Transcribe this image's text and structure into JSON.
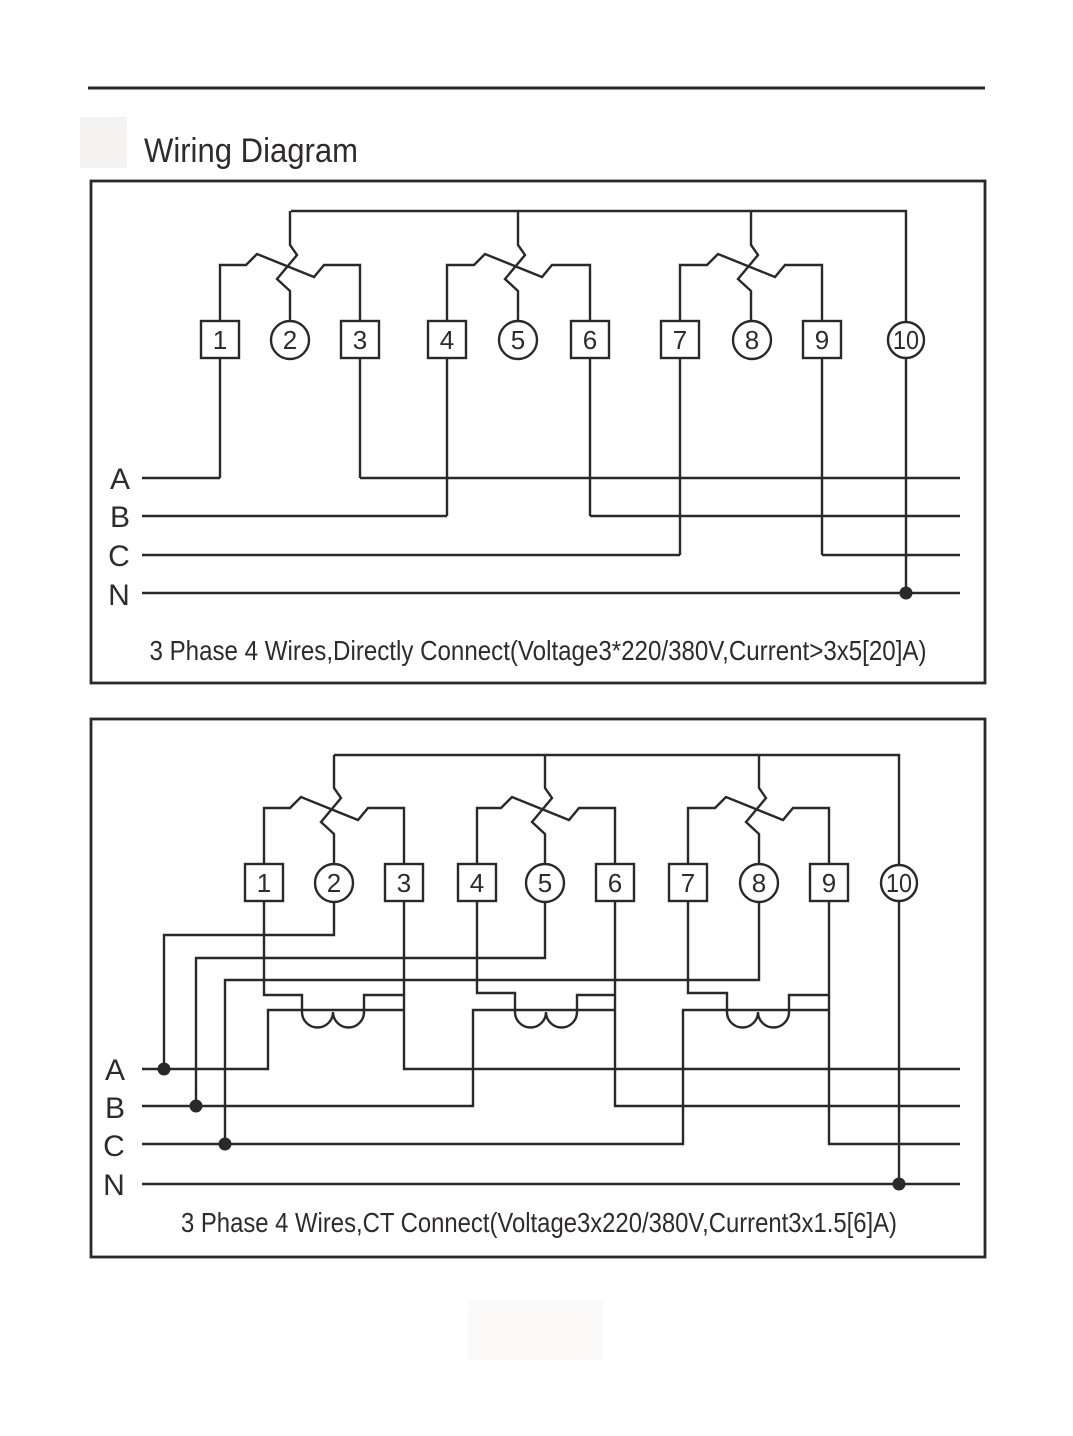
{
  "title": "Wiring Diagram",
  "diagram_direct": {
    "caption": "3 Phase 4 Wires,Directly Connect(Voltage3*220/380V,Current>3x5[20]A)",
    "terminals": [
      "1",
      "2",
      "3",
      "4",
      "5",
      "6",
      "7",
      "8",
      "9",
      "10"
    ],
    "phase_labels": [
      "A",
      "B",
      "C",
      "N"
    ]
  },
  "diagram_ct": {
    "caption": "3 Phase 4 Wires,CT Connect(Voltage3x220/380V,Current3x1.5[6]A)",
    "terminals": [
      "1",
      "2",
      "3",
      "4",
      "5",
      "6",
      "7",
      "8",
      "9",
      "10"
    ],
    "phase_labels": [
      "A",
      "B",
      "C",
      "N"
    ]
  },
  "colors": {
    "line": "#2b2828",
    "text": "#2e2b2b"
  }
}
